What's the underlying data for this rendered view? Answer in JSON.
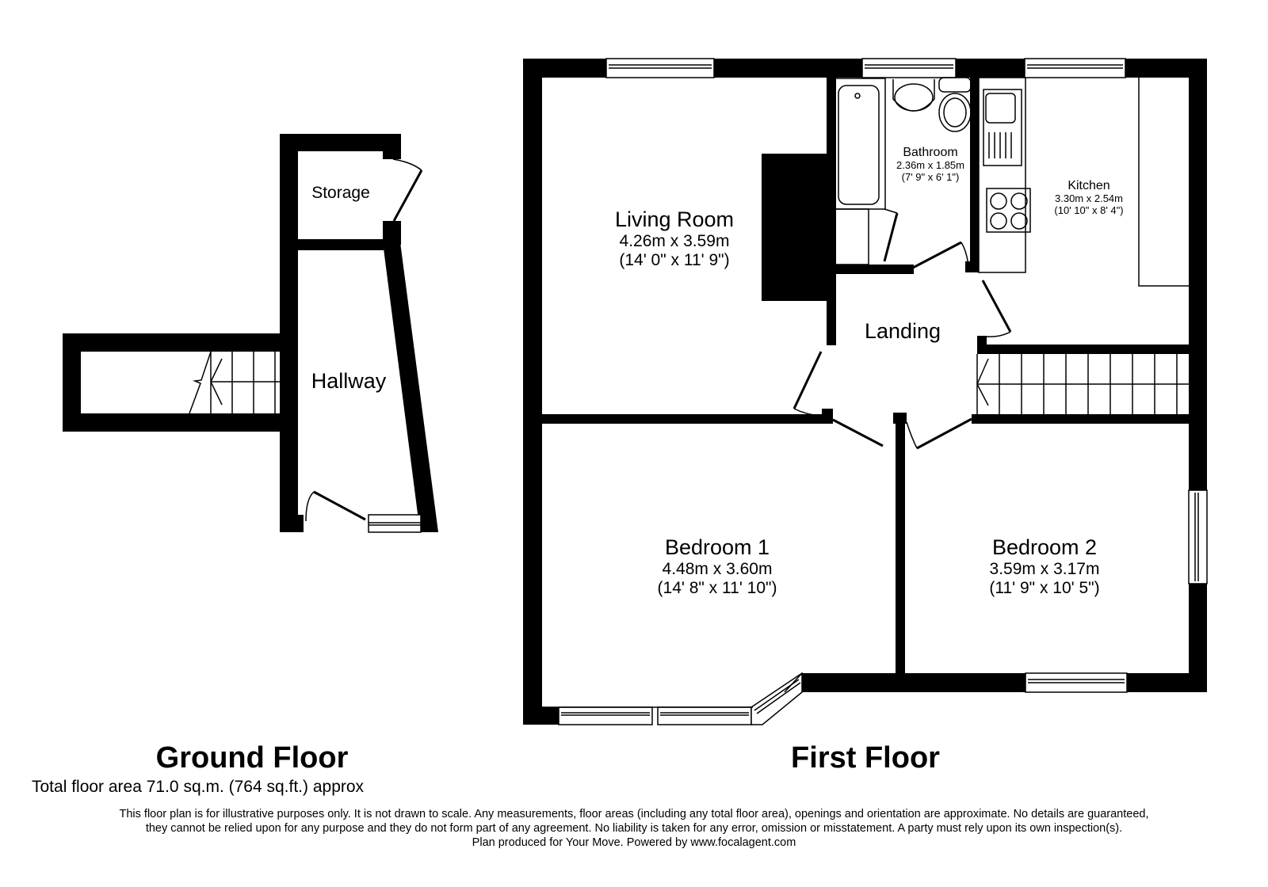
{
  "rooms": {
    "storage": {
      "name": "Storage"
    },
    "hallway": {
      "name": "Hallway"
    },
    "living_room": {
      "name": "Living Room",
      "metric": "4.26m x 3.59m",
      "imperial": "(14' 0\" x 11' 9\")"
    },
    "bathroom": {
      "name": "Bathroom",
      "metric": "2.36m x 1.85m",
      "imperial": "(7' 9\" x 6' 1\")"
    },
    "kitchen": {
      "name": "Kitchen",
      "metric": "3.30m x 2.54m",
      "imperial": "(10' 10\" x 8' 4\")"
    },
    "landing": {
      "name": "Landing"
    },
    "bedroom1": {
      "name": "Bedroom 1",
      "metric": "4.48m x 3.60m",
      "imperial": "(14' 8\" x 11' 10\")"
    },
    "bedroom2": {
      "name": "Bedroom 2",
      "metric": "3.59m x 3.17m",
      "imperial": "(11' 9\" x 10' 5\")"
    }
  },
  "floors": {
    "ground": "Ground Floor",
    "first": "First Floor"
  },
  "footer": {
    "total_area": "Total floor area 71.0 sq.m. (764 sq.ft.) approx",
    "disclaimer_line1": "This floor plan is for illustrative purposes only. It is not drawn to scale. Any measurements, floor areas (including any total floor area), openings and orientation are approximate. No details are guaranteed,",
    "disclaimer_line2": "they cannot be relied upon for any purpose and they do not form part of any agreement. No liability is taken for any error, omission or misstatement. A party must rely upon its own inspection(s).",
    "disclaimer_line3": "Plan produced for Your Move. Powered by www.focalagent.com"
  },
  "colors": {
    "wall": "#000000",
    "background": "#ffffff"
  }
}
